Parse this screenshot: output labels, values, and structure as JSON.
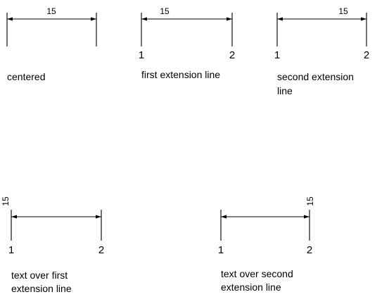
{
  "examples": [
    {
      "dimension_text": "15",
      "text_placement": "centered",
      "point_labels": [],
      "caption_lines": [
        "centered"
      ]
    },
    {
      "dimension_text": "15",
      "text_placement": "near first extension line",
      "point_labels": [
        "1",
        "2"
      ],
      "caption_lines": [
        "first extension line"
      ]
    },
    {
      "dimension_text": "15",
      "text_placement": "near second extension line",
      "point_labels": [
        "1",
        "2"
      ],
      "caption_lines": [
        "second extension",
        "line"
      ]
    },
    {
      "dimension_text": "15",
      "text_placement": "vertical over first extension line",
      "point_labels": [
        "1",
        "2"
      ],
      "caption_lines": [
        "text over first",
        "extension line"
      ]
    },
    {
      "dimension_text": "15",
      "text_placement": "vertical over second extension line",
      "point_labels": [
        "1",
        "2"
      ],
      "caption_lines": [
        "text over second",
        "extension line"
      ]
    }
  ],
  "colors": {
    "ink": "#000000",
    "background": "#ffffff"
  }
}
